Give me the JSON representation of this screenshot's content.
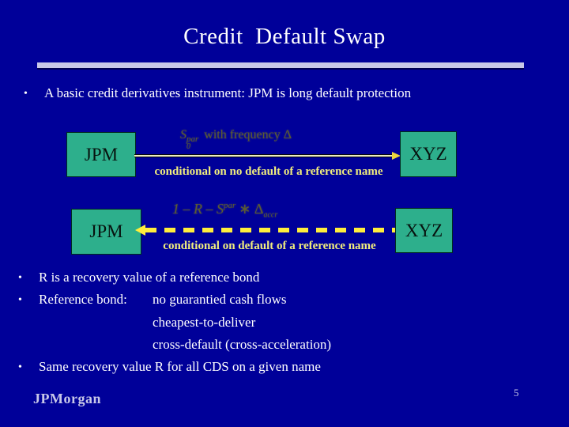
{
  "slide": {
    "title": "Credit  Default Swap",
    "page_number": "5",
    "footer_logo": "JPMorgan"
  },
  "intro": {
    "bullet": "•",
    "text": "A basic credit derivatives instrument: JPM is long default protection"
  },
  "diagram": {
    "row1": {
      "left_box": "JPM",
      "right_box": "XYZ",
      "direction": "right",
      "arrow_style": "solid",
      "formula": {
        "base": "S",
        "sup": "par",
        "sub": "0",
        "tail": "with frequency Δ"
      },
      "label": "conditional on no default of a reference name"
    },
    "row2": {
      "left_box": "JPM",
      "right_box": "XYZ",
      "direction": "left",
      "arrow_style": "dashed",
      "formula": {
        "lead": "1 – R – S",
        "sup": "par",
        "mid": "∗ Δ",
        "sub": "accr"
      },
      "label": "conditional on default of a reference name"
    }
  },
  "bullets": {
    "b1": {
      "bullet": "•",
      "text": "R is a recovery value of a reference bond"
    },
    "b2": {
      "bullet": "•",
      "label": "Reference bond:",
      "value": "no guarantied cash flows"
    },
    "b3": {
      "text": "cheapest-to-deliver"
    },
    "b4": {
      "text": "cross-default (cross-acceleration)"
    },
    "b5": {
      "bullet": "•",
      "text": "Same recovery value R for all CDS on a given name"
    }
  },
  "colors": {
    "background": "#000099",
    "box_fill": "#2DAF8C",
    "flow_label_yellow": "#F2EE7D",
    "dash_yellow": "#FFEE3C",
    "divider_lavender": "#C8C8E8",
    "body_text": "#FFFFFF",
    "formula_olive": "#5C5C30"
  }
}
